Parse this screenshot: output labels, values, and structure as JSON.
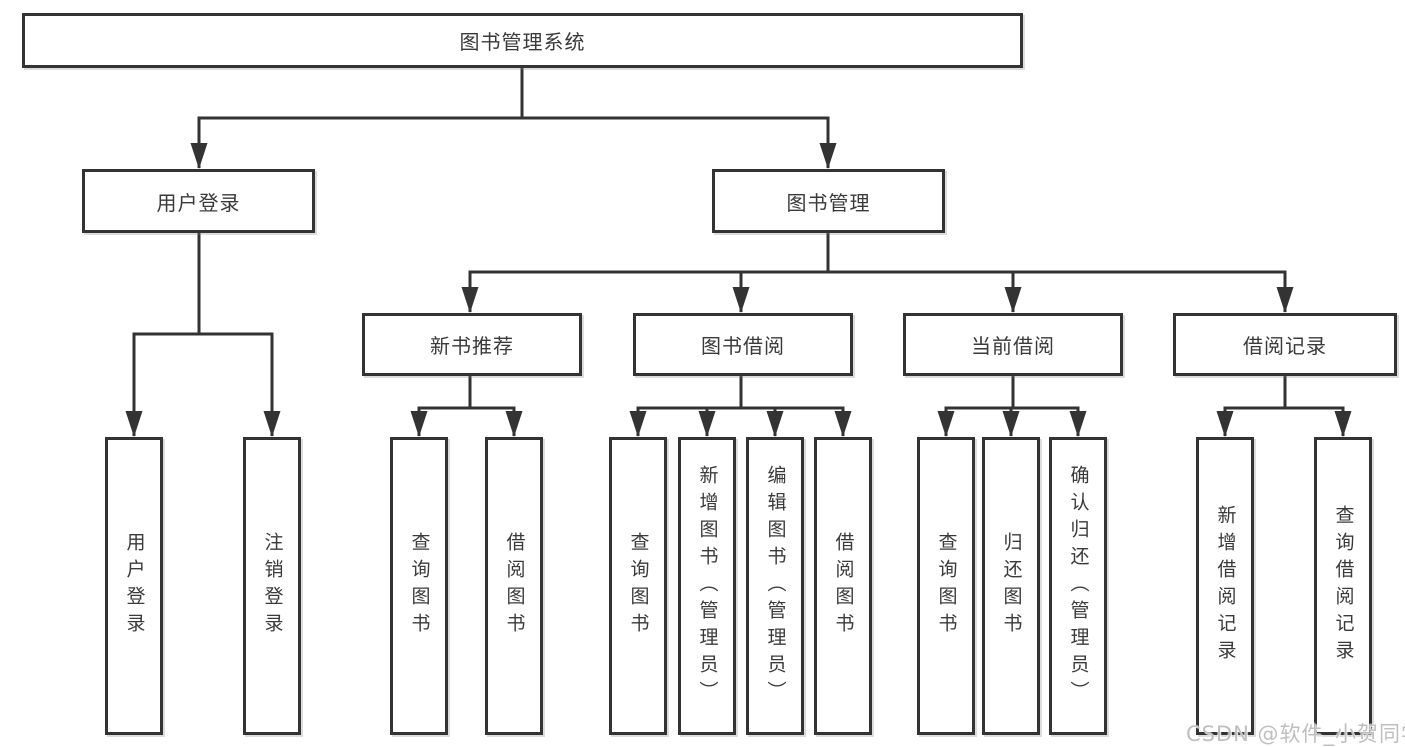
{
  "root": {
    "label": "图书管理系统"
  },
  "level2": {
    "user_login": {
      "label": "用户登录"
    },
    "book_mgmt": {
      "label": "图书管理"
    }
  },
  "level3": {
    "new_book": {
      "label": "新书推荐"
    },
    "book_borrow": {
      "label": "图书借阅"
    },
    "current_borrow": {
      "label": "当前借阅"
    },
    "borrow_records": {
      "label": "借阅记录"
    }
  },
  "leaves": {
    "user_login": "用户登录",
    "logout": "注销登录",
    "newbook_query": "查询图书",
    "newbook_borrow": "借阅图书",
    "borrow_query": "查询图书",
    "borrow_add": "新增图书（管理员）",
    "borrow_edit": "编辑图书（管理员）",
    "borrow_borrow": "借阅图书",
    "current_query": "查询图书",
    "current_return": "归还图书",
    "current_confirm": "确认归还（管理员）",
    "records_add": "新增借阅记录",
    "records_query": "查询借阅记录"
  },
  "watermark": "CSDN @软件_小贺同学",
  "colors": {
    "line": "#333333",
    "box_border": "#333333",
    "text": "#3a3a3a",
    "background": "#ffffff",
    "watermark": "#bfbfbf"
  }
}
